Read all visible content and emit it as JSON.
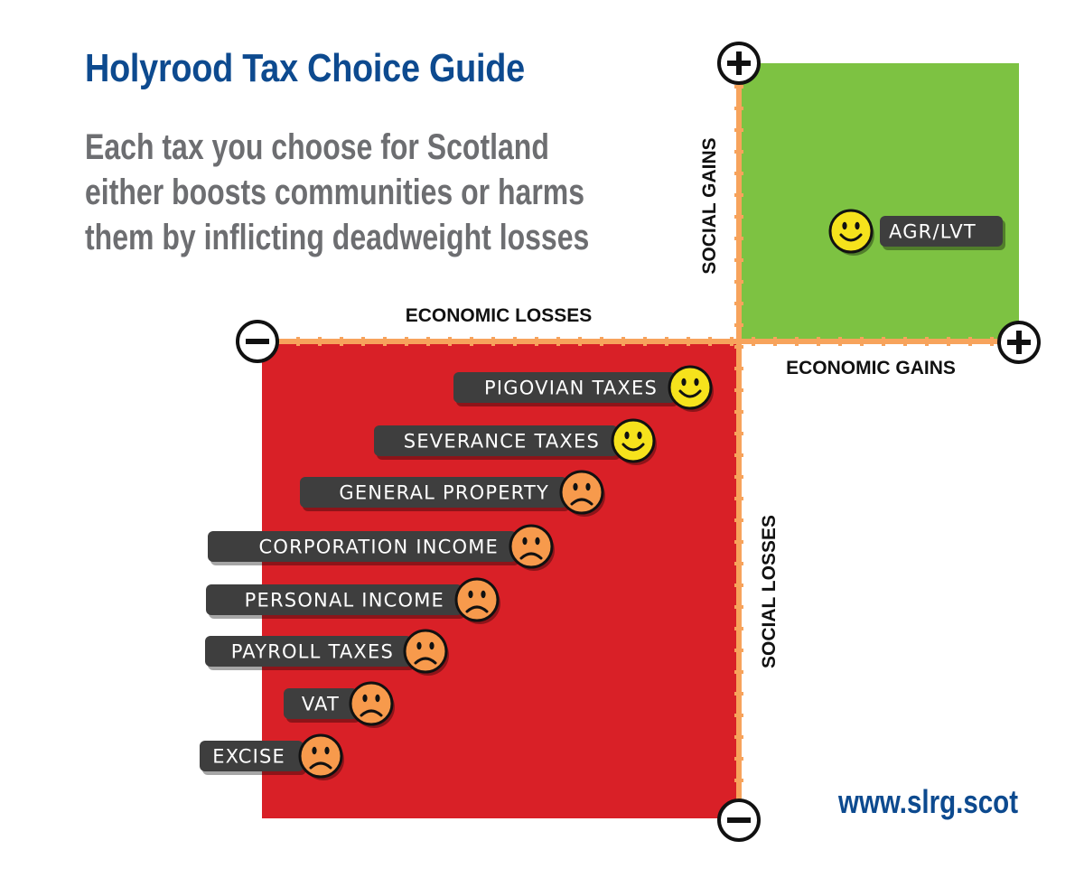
{
  "title": "Holyrood Tax Choice Guide",
  "subtitle_lines": [
    "Each tax you choose for Scotland",
    "either boosts communities or harms",
    "them by inflicting deadweight losses"
  ],
  "axes": {
    "economic_losses": "ECONOMIC LOSSES",
    "economic_gains": "ECONOMIC GAINS",
    "social_gains": "SOCIAL GAINS",
    "social_losses": "SOCIAL LOSSES"
  },
  "taxes": [
    {
      "label": "AGR/LVT",
      "mood": "happy"
    },
    {
      "label": "PIGOVIAN TAXES",
      "mood": "happy"
    },
    {
      "label": "SEVERANCE TAXES",
      "mood": "happy"
    },
    {
      "label": "GENERAL PROPERTY",
      "mood": "sad"
    },
    {
      "label": "CORPORATION INCOME",
      "mood": "sad"
    },
    {
      "label": "PERSONAL INCOME",
      "mood": "sad"
    },
    {
      "label": "PAYROLL TAXES",
      "mood": "sad"
    },
    {
      "label": "VAT",
      "mood": "sad"
    },
    {
      "label": "EXCISE",
      "mood": "sad"
    }
  ],
  "website": "www.slrg.scot",
  "colors": {
    "title": "#0d4a8f",
    "subtitle": "#6d6e71",
    "website": "#0d4a8f",
    "gains_quadrant": "#7dc242",
    "losses_quadrant": "#d92027",
    "axis_line": "#f7a35c",
    "pill": "#3e3e3e",
    "happy_face": "#f6e21c",
    "sad_face": "#f79a4c"
  },
  "icons": {
    "plus": "plus-circle-icon",
    "minus": "minus-circle-icon",
    "happy": "happy-face-icon",
    "sad": "sad-face-icon"
  }
}
